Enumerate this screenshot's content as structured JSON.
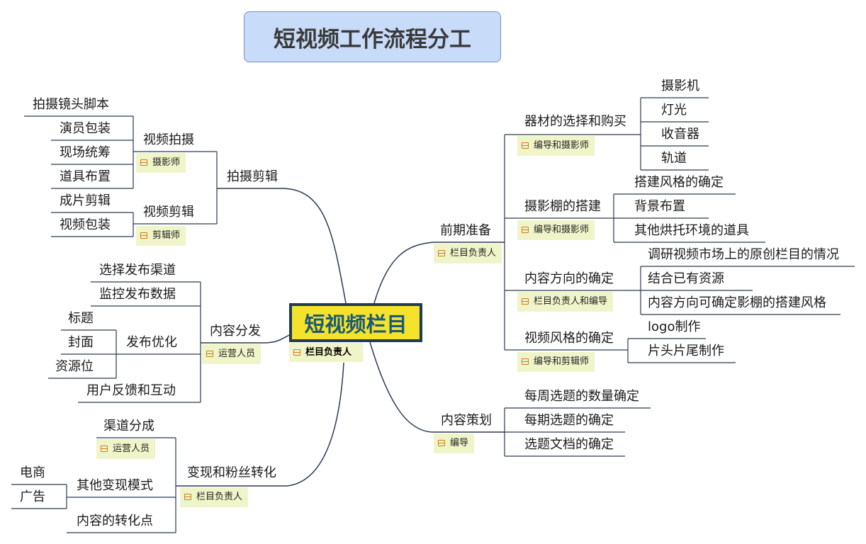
{
  "title": "短视频工作流程分工",
  "center": {
    "label": "短视频栏目",
    "tag": "栏目负责人"
  },
  "branches": {
    "preparation": {
      "label": "前期准备",
      "tag": "栏目负责人",
      "equipment": {
        "label": "器材的选择和购买",
        "tag": "编导和摄影师",
        "items": [
          "摄影机",
          "灯光",
          "收音器",
          "轨道"
        ]
      },
      "studio": {
        "label": "摄影棚的搭建",
        "tag": "编导和摄影师",
        "items": [
          "搭建风格的确定",
          "背景布置",
          "其他烘托环境的道具"
        ]
      },
      "content_direction": {
        "label": "内容方向的确定",
        "tag": "栏目负责人和编导",
        "items": [
          "调研视频市场上的原创栏目的情况",
          "结合已有资源",
          "内容方向可确定影棚的搭建风格"
        ]
      },
      "style": {
        "label": "视频风格的确定",
        "tag": "编导和剪辑师",
        "items": [
          "logo制作",
          "片头片尾制作"
        ]
      }
    },
    "planning": {
      "label": "内容策划",
      "tag": "编导",
      "items": [
        "每周选题的数量确定",
        "每期选题的确定",
        "选题文档的确定"
      ]
    },
    "shooting_editing": {
      "label": "拍摄剪辑",
      "shooting": {
        "label": "视频拍摄",
        "tag": "摄影师",
        "items": [
          "拍摄镜头脚本",
          "演员包装",
          "现场统筹",
          "道具布置"
        ]
      },
      "editing": {
        "label": "视频剪辑",
        "tag": "剪辑师",
        "items": [
          "成片剪辑",
          "视频包装"
        ]
      }
    },
    "distribution": {
      "label": "内容分发",
      "tag": "运营人员",
      "select_channel": "选择发布渠道",
      "monitor": "监控发布数据",
      "optimize": {
        "label": "发布优化",
        "items": [
          "标题",
          "封面",
          "资源位"
        ]
      },
      "feedback": "用户反馈和互动"
    },
    "monetization": {
      "label": "变现和粉丝转化",
      "tag": "栏目负责人",
      "channel_split": {
        "label": "渠道分成",
        "tag": "运营人员"
      },
      "other_modes": {
        "label": "其他变现模式",
        "items": [
          "电商",
          "广告"
        ]
      },
      "conversion_point": "内容的转化点"
    }
  },
  "colors": {
    "title_bg": "#c8dcfa",
    "center_bg": "#f5e22a",
    "center_border": "#1f3b55",
    "tag_bg": "#f0f5c9",
    "line": "#2b3a52"
  }
}
